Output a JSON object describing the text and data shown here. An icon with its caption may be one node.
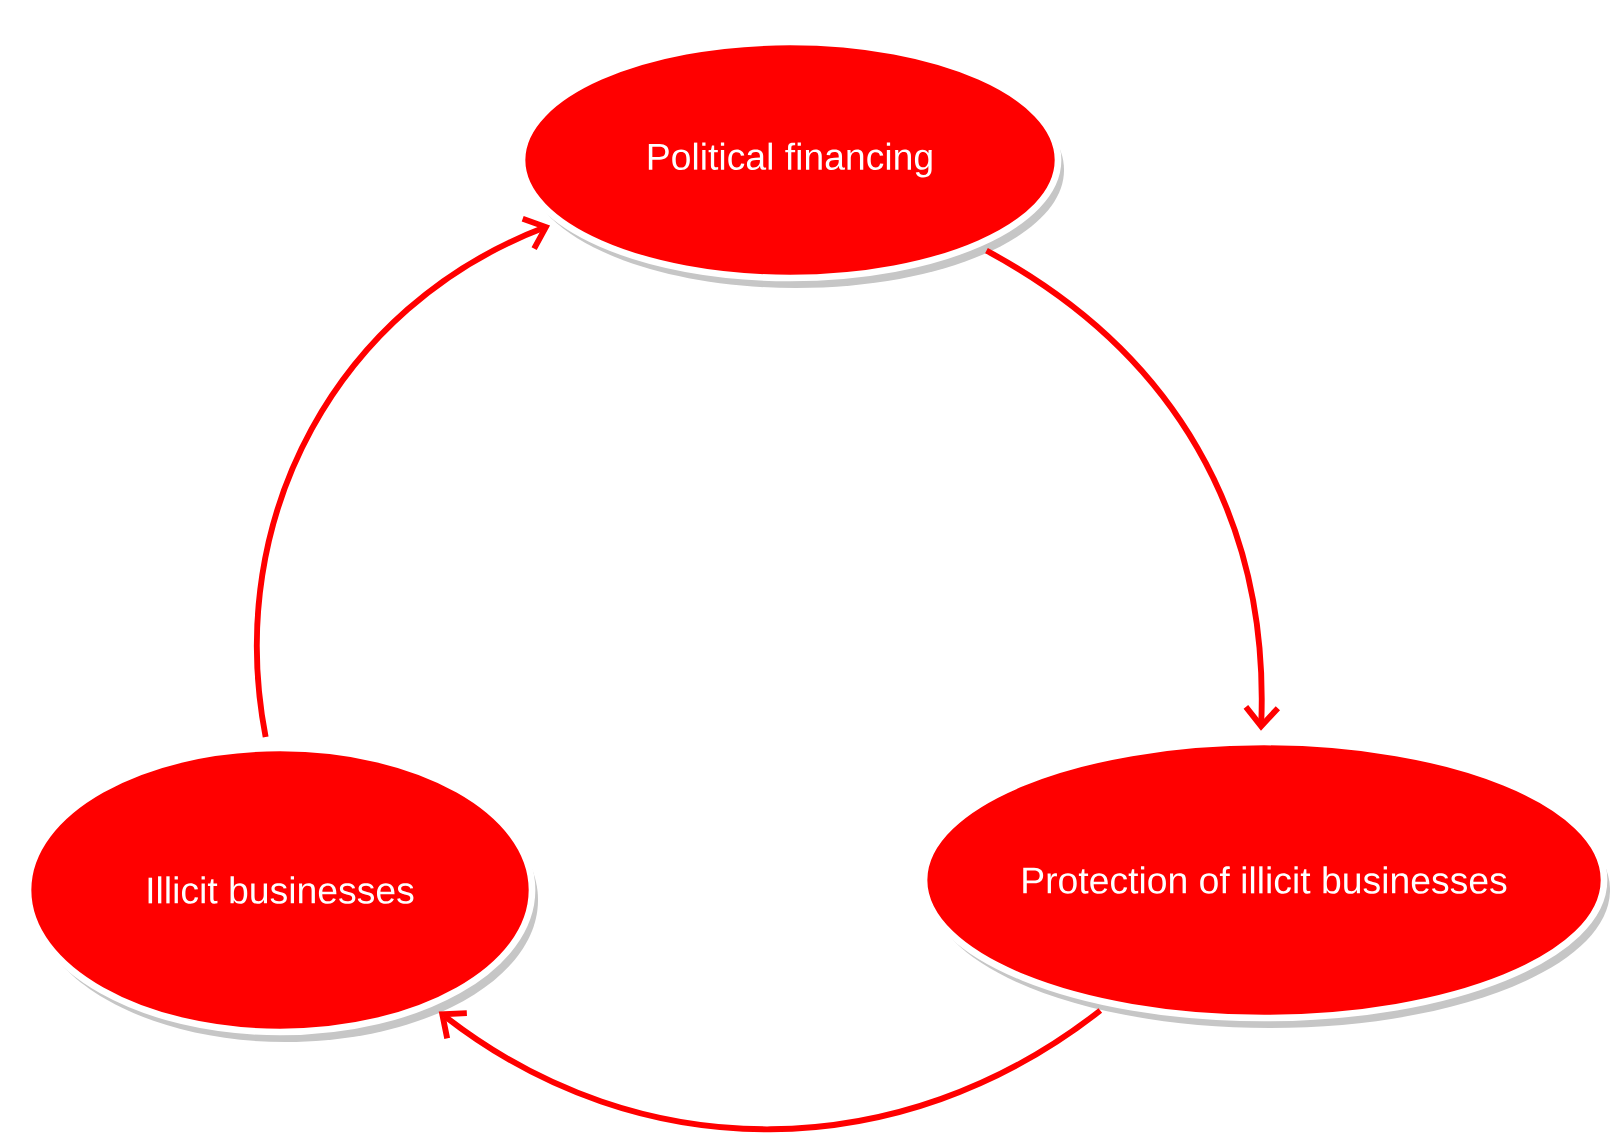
{
  "diagram": {
    "nodes": [
      {
        "text": [
          "Political financing"
        ]
      },
      {
        "text": [
          "Protection of illicit businesses"
        ]
      },
      {
        "text": [
          "Illicit businesses"
        ]
      }
    ],
    "edges": [
      {
        "from": 0,
        "to": 1,
        "arrow": "to"
      },
      {
        "from": 1,
        "to": 2,
        "arrow": "to"
      },
      {
        "from": 2,
        "to": 0,
        "arrow": "to"
      }
    ]
  }
}
